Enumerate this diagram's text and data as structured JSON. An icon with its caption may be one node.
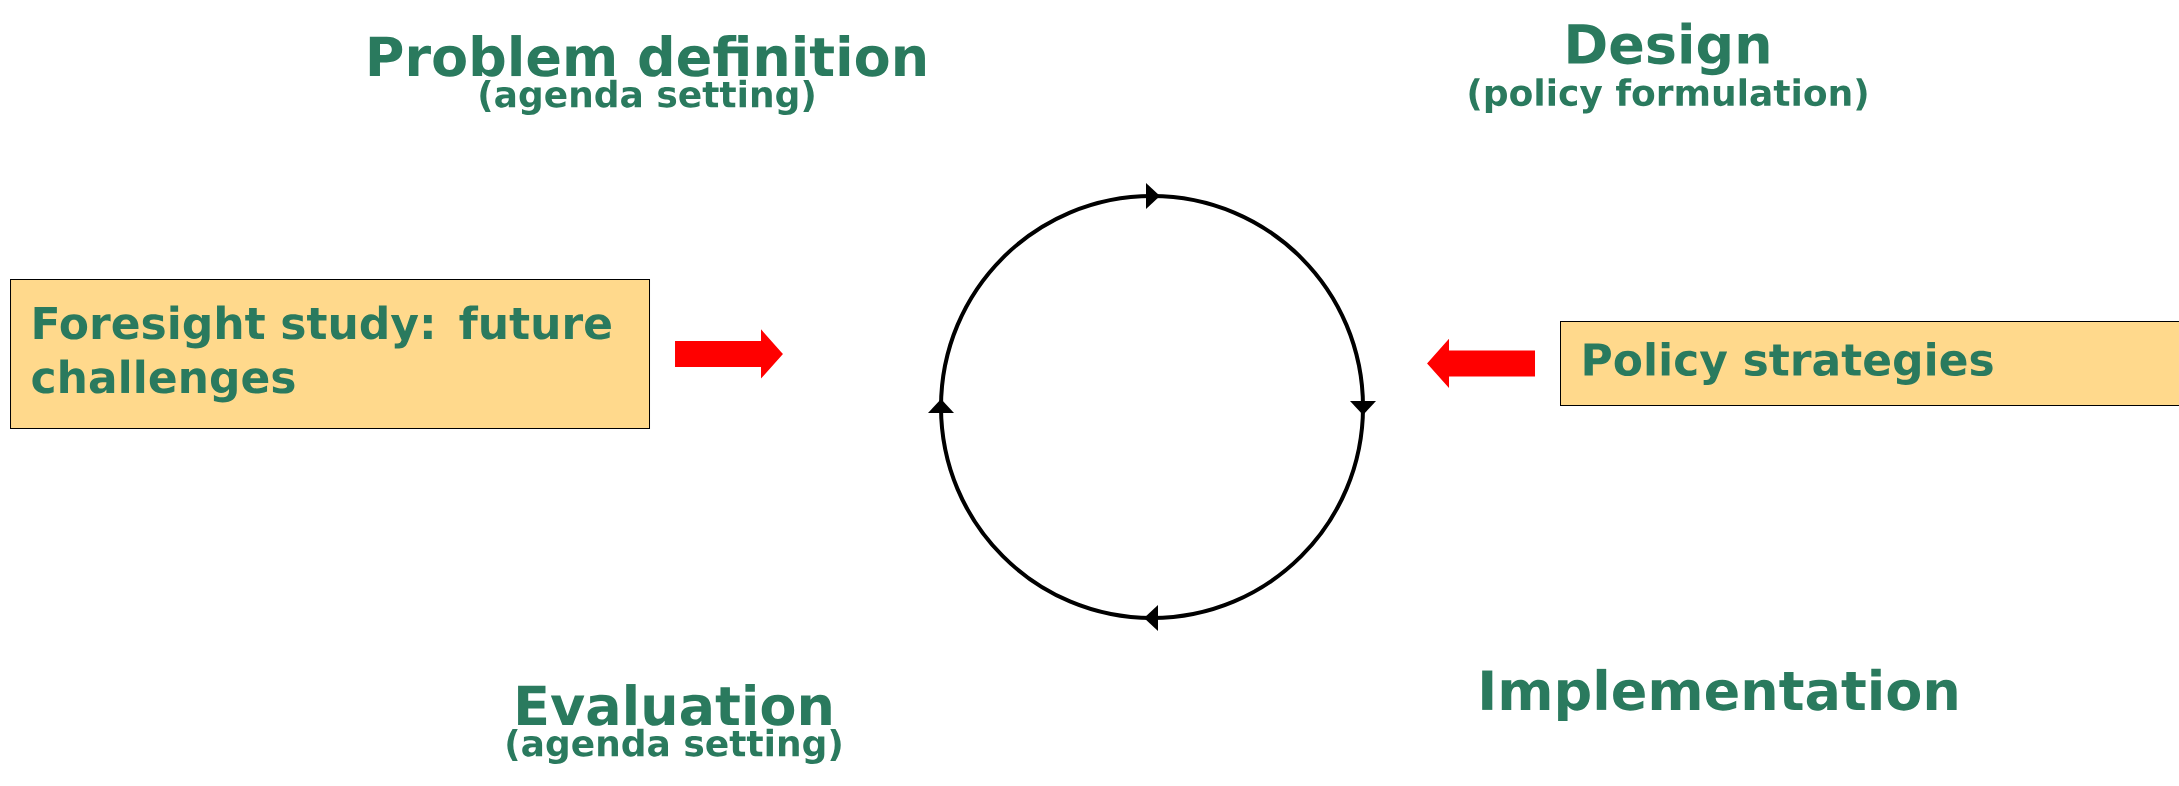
{
  "diagram": {
    "nodes": [
      {
        "text": [
          "Problem definition",
          "(agenda setting)"
        ]
      },
      {
        "text": [
          "Design",
          "(policy formulation)"
        ]
      },
      {
        "text": [
          "Foresight study: future challenges"
        ]
      },
      {
        "text": [
          "Policy strategies"
        ]
      },
      {
        "text": [
          "Evaluation",
          "(agenda setting)"
        ]
      },
      {
        "text": [
          "Implementation"
        ]
      }
    ],
    "edges": [
      {
        "from": 2,
        "to": null,
        "arrow": "to"
      },
      {
        "from": 3,
        "to": null,
        "arrow": "to"
      }
    ]
  }
}
